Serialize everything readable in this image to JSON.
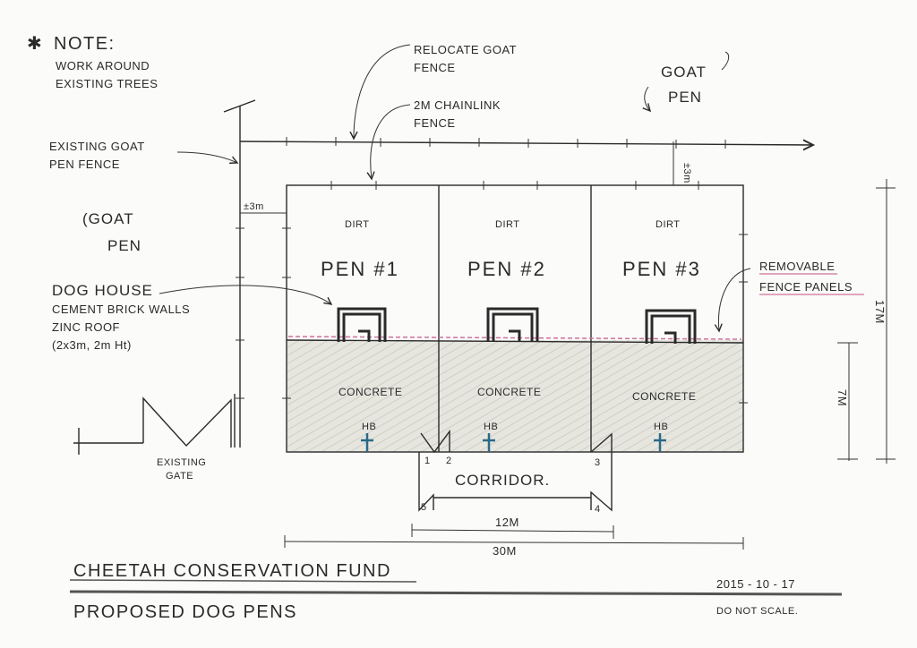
{
  "note": {
    "title": "NOTE:",
    "line1": "WORK AROUND",
    "line2": "EXISTING TREES"
  },
  "labels": {
    "relocate_1": "RELOCATE GOAT",
    "relocate_2": "FENCE",
    "chainlink_1": "2M CHAINLINK",
    "chainlink_2": "FENCE",
    "goat_pen_right_1": "GOAT",
    "goat_pen_right_2": "PEN",
    "goat_pen_left_1": "GOAT",
    "goat_pen_left_2": "PEN",
    "existing_fence_1": "EXISTING GOAT",
    "existing_fence_2": "PEN FENCE",
    "dog_house_title": "DOG HOUSE",
    "dog_house_1": "CEMENT BRICK WALLS",
    "dog_house_2": "ZINC ROOF",
    "dog_house_3": "(2x3m, 2m Ht)",
    "gate_1": "EXISTING",
    "gate_2": "GATE",
    "removable_1": "REMOVABLE",
    "removable_2": "FENCE PANELS",
    "corridor": "CORRIDOR.",
    "offset_left": "±3m",
    "offset_top": "±3m"
  },
  "pens": [
    {
      "name": "PEN #1",
      "top": "DIRT",
      "bottom": "CONCRETE",
      "tap": "HB"
    },
    {
      "name": "PEN #2",
      "top": "DIRT",
      "bottom": "CONCRETE",
      "tap": "HB"
    },
    {
      "name": "PEN #3",
      "top": "DIRT",
      "bottom": "CONCRETE",
      "tap": "HB"
    }
  ],
  "gates": [
    "1",
    "2",
    "3",
    "4",
    "5"
  ],
  "dimensions": {
    "corridor_width": "12M",
    "total_width": "30M",
    "total_depth": "17M",
    "concrete_depth": "7M"
  },
  "title_block": {
    "title": "CHEETAH CONSERVATION FUND",
    "subtitle": "PROPOSED DOG PENS",
    "date": "2015 - 10 - 17",
    "scale_note": "DO NOT SCALE."
  },
  "colors": {
    "ink": "#2a2a2a",
    "concrete": "#e6e6df",
    "pink": "#d0709a",
    "blue": "#2a6a86"
  }
}
